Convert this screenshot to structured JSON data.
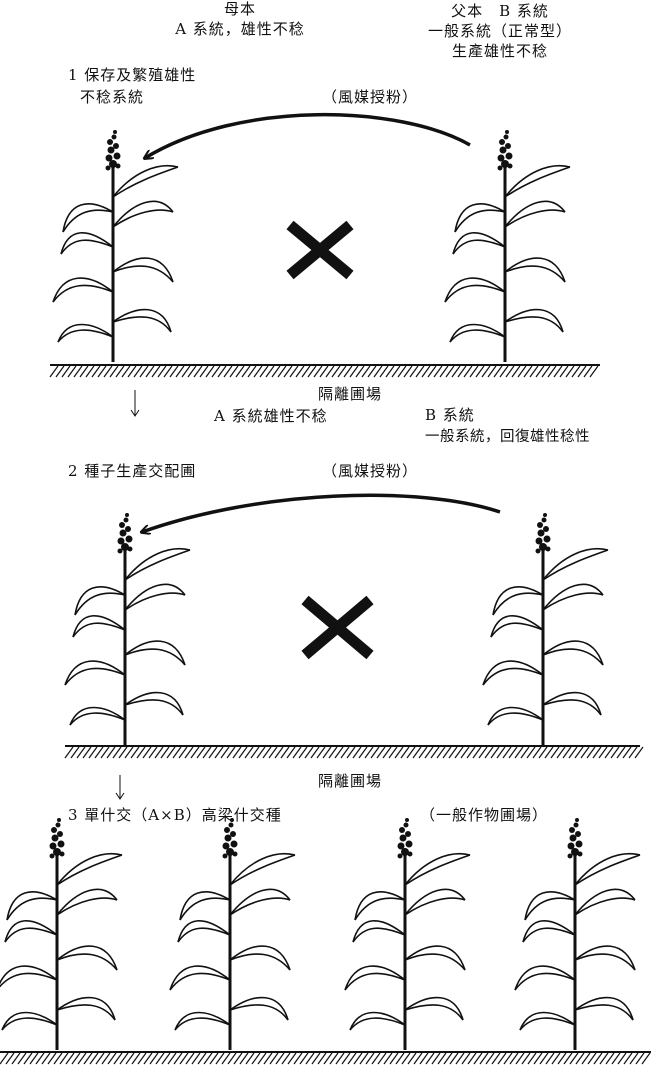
{
  "section1": {
    "female_title": "母本",
    "female_desc": "A 系統，雄性不稔",
    "male_line1": "父本　B 系統",
    "male_line2": "一般系統（正常型）",
    "male_line3": "生產雄性不稔",
    "step_line1": "1 保存及繁殖雄性",
    "step_line2": "不稔系統",
    "pollination": "（風媒授粉）"
  },
  "section2": {
    "isolation": "隔離圃場",
    "female_desc": "A 系統雄性不稔",
    "male_line1": "B 系統",
    "male_line2": "一般系統，回復雄性稔性",
    "step": "2 種子生產交配圃",
    "pollination": "（風媒授粉）"
  },
  "section3": {
    "isolation": "隔離圃場",
    "step": "3 單什交（A×B）高梁什交種",
    "field": "（一般作物圃場）"
  },
  "colors": {
    "ink": "#111111",
    "background": "#ffffff"
  }
}
